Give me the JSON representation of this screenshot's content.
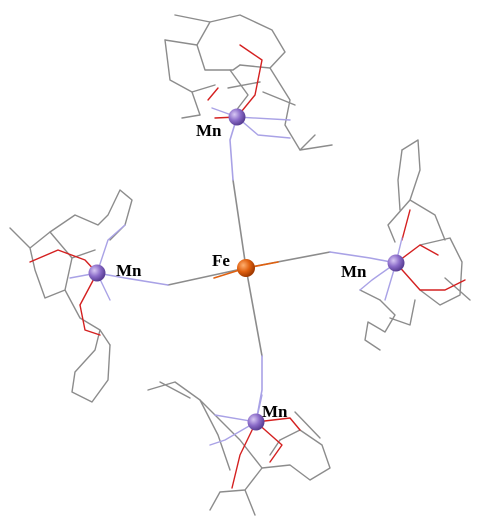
{
  "labels": {
    "center": "Fe",
    "top": "Mn",
    "left": "Mn",
    "right": "Mn",
    "bottom": "Mn"
  },
  "colors": {
    "fe_atom": "#e0600f",
    "mn_atom": "#8b6cc9",
    "carbon_bond": "#8c8c8c",
    "oxygen_bond": "#d42020",
    "nitrogen_bond": "#a9a2e6",
    "background": "#ffffff"
  }
}
